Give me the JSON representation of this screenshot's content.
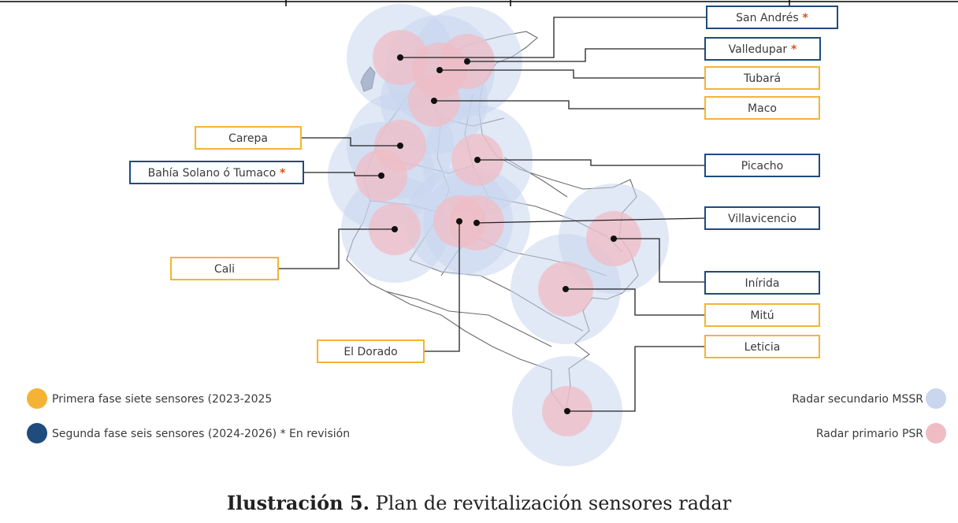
{
  "colors": {
    "phase1": "#f5b335",
    "phase2": "#1f4b7d",
    "mssr": "#c9d6ee",
    "psr": "#efbcc4",
    "map_line": "#6b6b6b"
  },
  "sites": [
    {
      "id": "san-andres",
      "label": "San Andrés",
      "mark": "*",
      "phase": 2
    },
    {
      "id": "valledupar",
      "label": "Valledupar",
      "mark": "*",
      "phase": 2
    },
    {
      "id": "tubara",
      "label": "Tubará",
      "mark": "",
      "phase": 1
    },
    {
      "id": "maco",
      "label": "Maco",
      "mark": "",
      "phase": 1
    },
    {
      "id": "carepa",
      "label": "Carepa",
      "mark": "",
      "phase": 1
    },
    {
      "id": "bahia-solano",
      "label": "Bahía Solano ó Tumaco",
      "mark": "*",
      "phase": 2
    },
    {
      "id": "picacho",
      "label": "Picacho",
      "mark": "",
      "phase": 2
    },
    {
      "id": "villavicencio",
      "label": "Villavicencio",
      "mark": "",
      "phase": 2
    },
    {
      "id": "cali",
      "label": "Cali",
      "mark": "",
      "phase": 1
    },
    {
      "id": "inirida",
      "label": "Inírida",
      "mark": "",
      "phase": 2
    },
    {
      "id": "mitu",
      "label": "Mitú",
      "mark": "",
      "phase": 1
    },
    {
      "id": "leticia",
      "label": "Leticia",
      "mark": "",
      "phase": 1
    },
    {
      "id": "el-dorado",
      "label": "El Dorado",
      "mark": "",
      "phase": 1
    }
  ],
  "legend": {
    "phase1": "Primera fase siete sensores (2023-2025",
    "phase2": "Segunda fase seis sensores (2024-2026) * En revisión",
    "mssr": "Radar secundario MSSR",
    "psr": "Radar primario PSR"
  },
  "caption": {
    "bold": "Ilustración 5.",
    "text": " Plan de revitalización sensores radar"
  }
}
